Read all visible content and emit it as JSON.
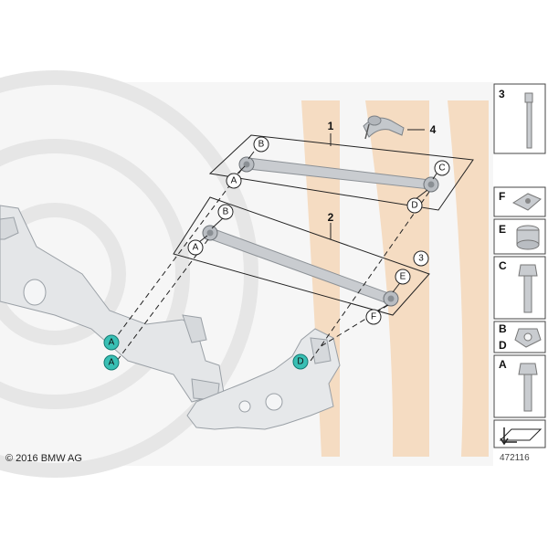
{
  "callouts": {
    "item1": "1",
    "item2": "2",
    "item3": "3",
    "item4": "4",
    "arm1_left_top": "B",
    "arm1_left_bottom": "A",
    "arm1_right_top": "C",
    "arm1_right_bottom": "D",
    "arm2_left_top": "B",
    "arm2_left_bottom": "A",
    "arm2_right_top": "E",
    "arm2_right_bottom": "F",
    "mount_a1": "A",
    "mount_a2": "A",
    "mount_d": "D"
  },
  "side_panels": {
    "top": "3",
    "f": "F",
    "e": "E",
    "c": "C",
    "b": "B",
    "d": "D",
    "a": "A"
  },
  "footer": {
    "copyright": "© 2016 BMW AG",
    "diagram_id": "472116"
  },
  "colors": {
    "watermark": "#f5dcc2",
    "ring": "#ececec",
    "line": "#222222",
    "arm": "#c9ccd0",
    "mount_badge": "#39bfb4"
  }
}
